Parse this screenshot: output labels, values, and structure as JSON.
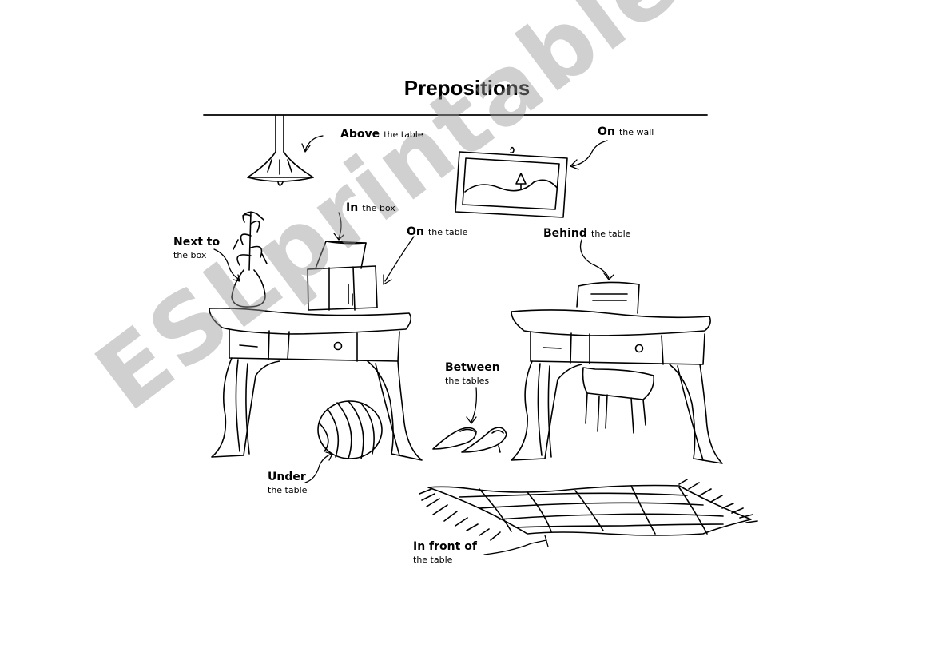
{
  "title": "Prepositions",
  "watermark": "ESLprintables.com",
  "labels": {
    "above": {
      "main": "Above",
      "rest": "the table"
    },
    "on_wall": {
      "main": "On",
      "rest": "the wall"
    },
    "in_box": {
      "main": "In",
      "rest": "the box"
    },
    "on_table": {
      "main": "On",
      "rest": "the table"
    },
    "next_to": {
      "main": "Next to",
      "rest": "the box"
    },
    "behind": {
      "main": "Behind",
      "rest": "the table"
    },
    "between": {
      "main": "Between",
      "rest": "the tables"
    },
    "under": {
      "main": "Under",
      "rest": "the table"
    },
    "in_front_of": {
      "main": "In front of",
      "rest": "the table"
    }
  }
}
